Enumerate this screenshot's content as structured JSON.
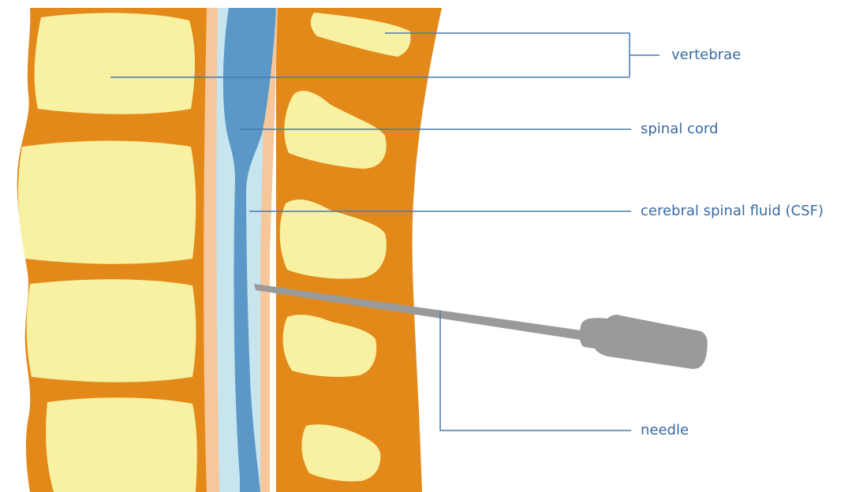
{
  "labels": {
    "vertebrae": "vertebrae",
    "spinal_cord": "spinal cord",
    "csf": "cerebral spinal fluid (CSF)",
    "needle": "needle"
  },
  "colors": {
    "bone_orange": "#e3891a",
    "vertebra_body": "#f7f1a1",
    "dura_peach": "#f6c79b",
    "csf_light_blue": "#c6e5ef",
    "cord_blue": "#5b98c8",
    "needle_gray": "#9a9a9a",
    "leader_line": "#4a78ad",
    "label_text": "#3a6aa3"
  }
}
